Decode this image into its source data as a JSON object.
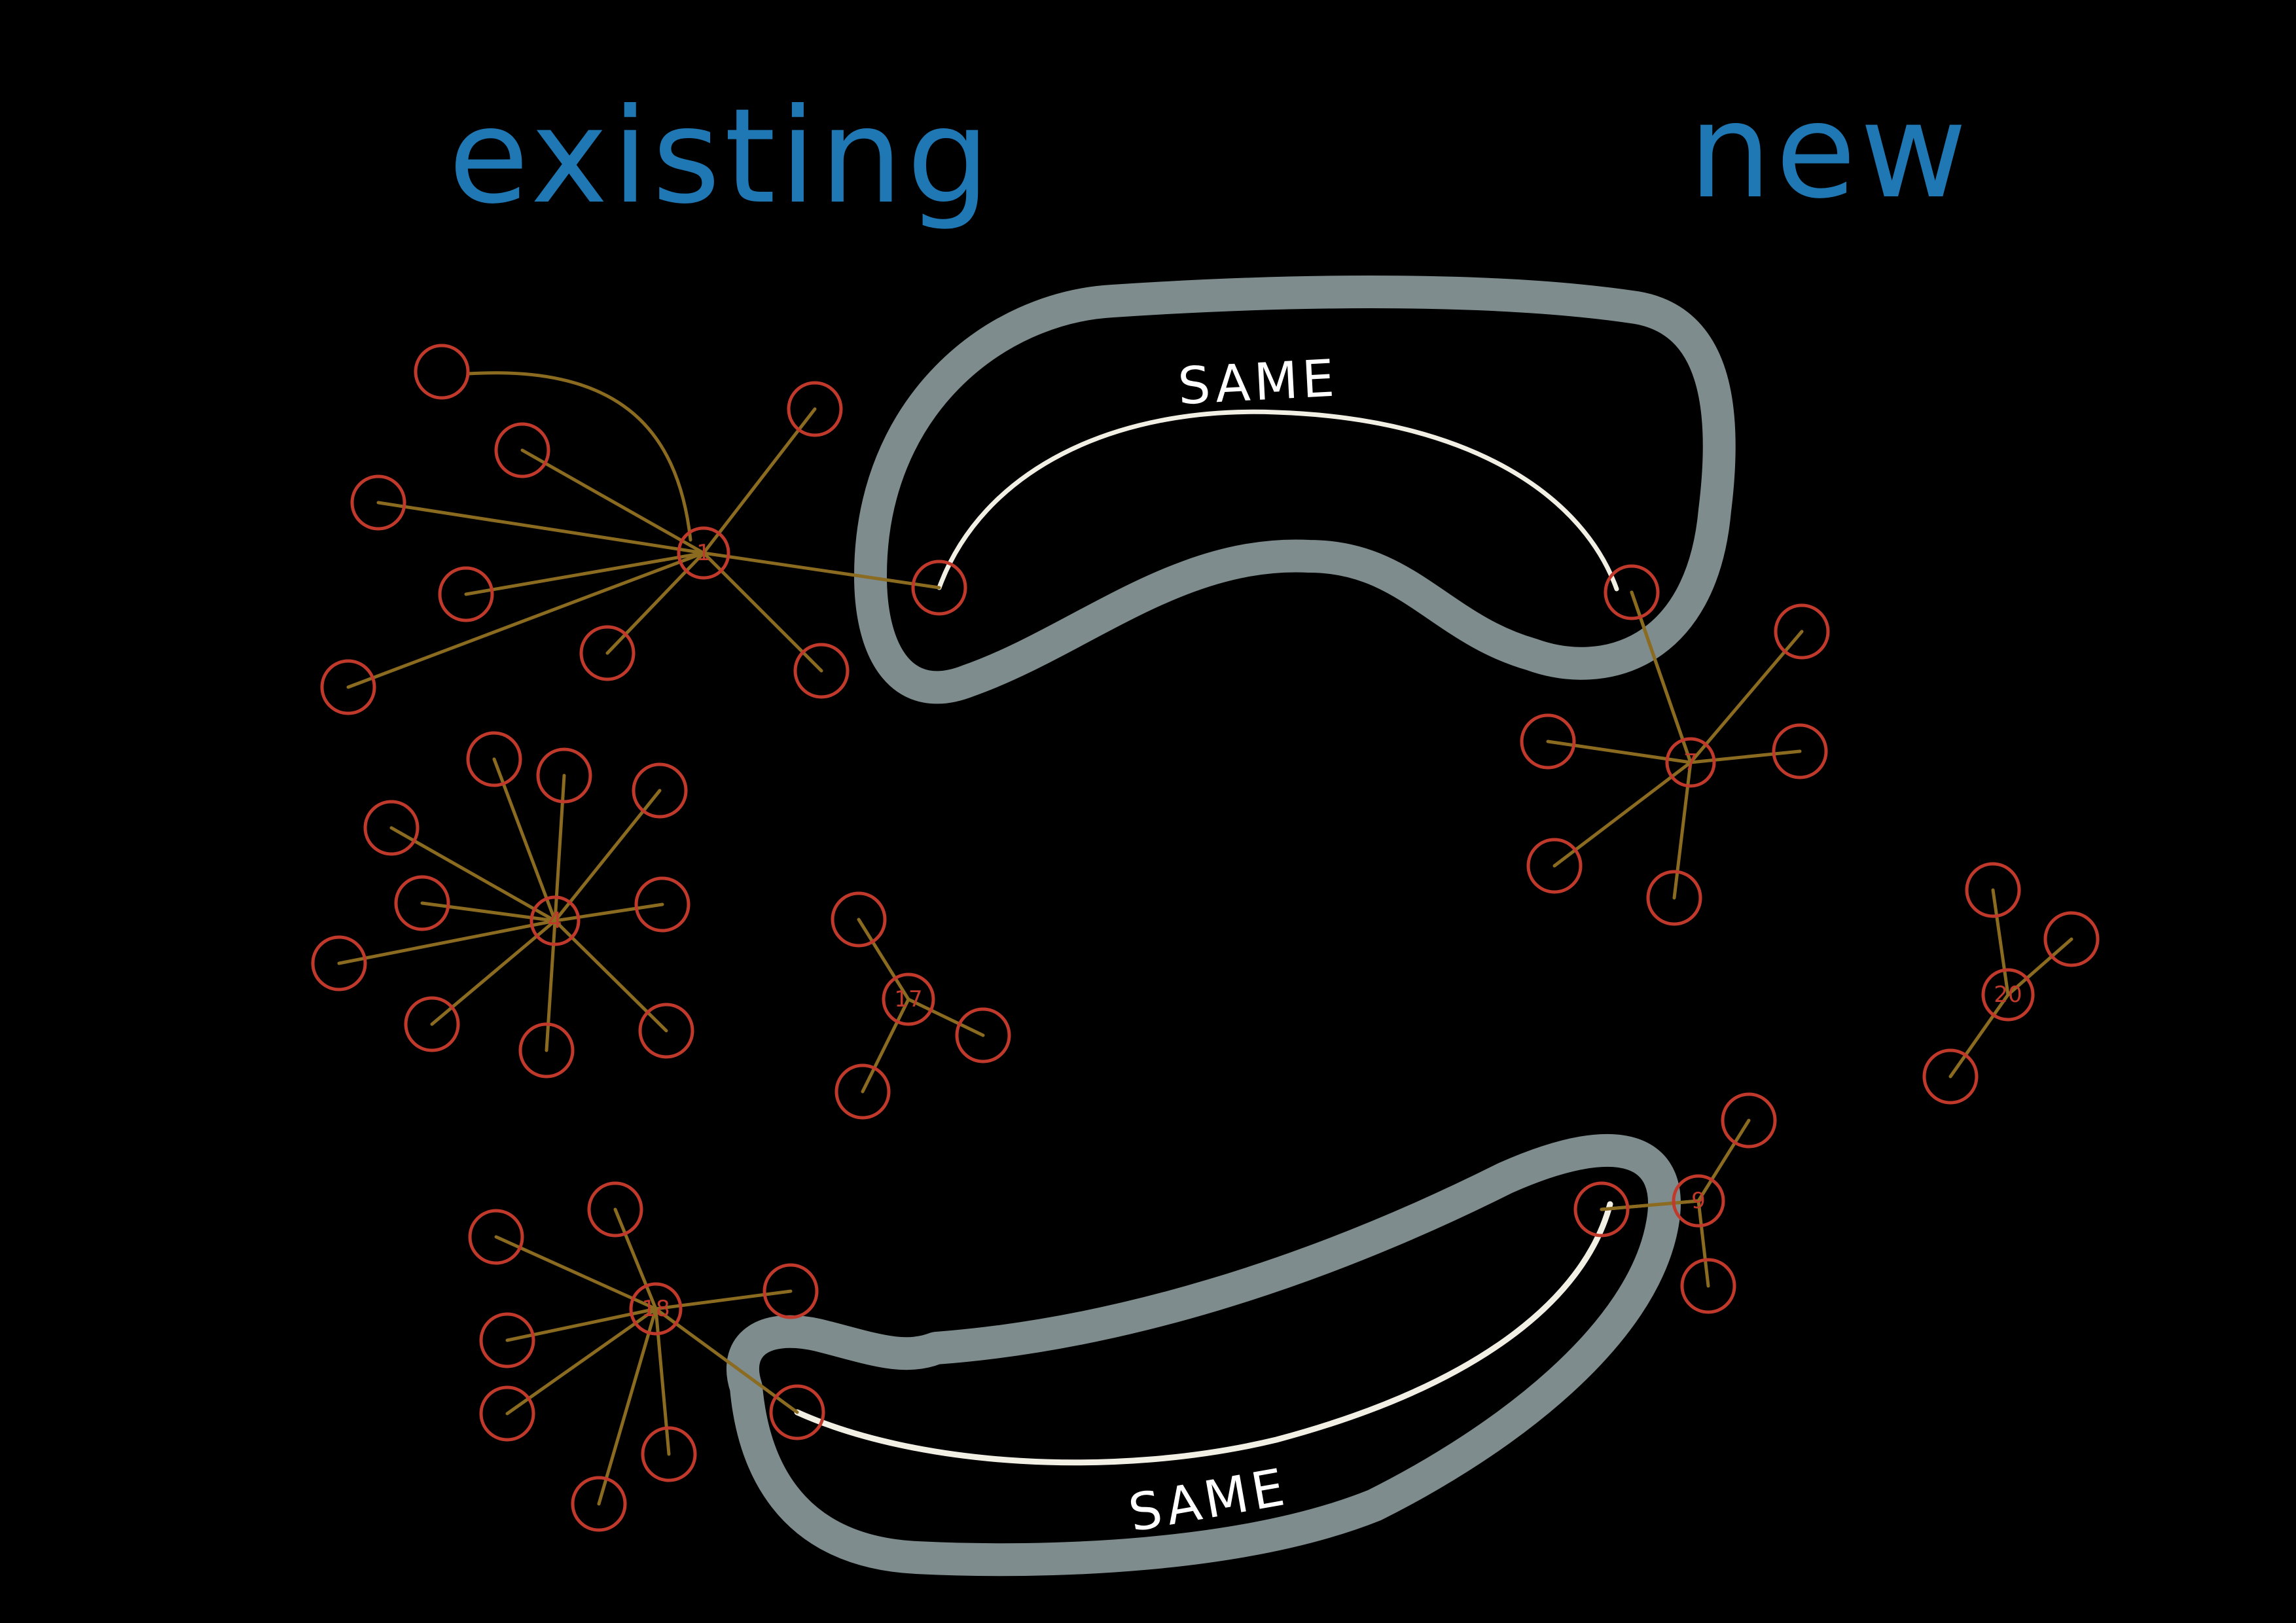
{
  "headings": {
    "existing": "existing",
    "new": "new"
  },
  "same_labels": {
    "top": "SAME",
    "bottom": "SAME"
  },
  "hubs": {
    "top_left": "1",
    "mid_left": "4",
    "center": "17",
    "right_top": "7",
    "right_small": "20",
    "bottom_left": "18",
    "bottom_right": "9"
  },
  "colors": {
    "background": "#000000",
    "heading": "#1f78b4",
    "node": "#c0392b",
    "edge": "#8b6b1f",
    "grouping_band": "#7f8c8d",
    "correspondence_line": "#f2efe4",
    "same_text": "#ffffff"
  }
}
